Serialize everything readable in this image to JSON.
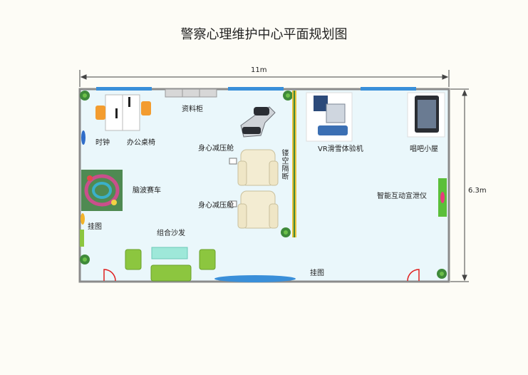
{
  "title": "警察心理维护中心平面规划图",
  "dimensions": {
    "width": "11m",
    "height": "6.3m"
  },
  "labels": {
    "clock": "时钟",
    "office_desk": "办公桌椅",
    "file_cabinet": "资料柜",
    "brainwave_racing": "脑波赛车",
    "hanging_picture_left": "挂图",
    "combination_sofa": "组合沙发",
    "decompression_cabin_1": "身心减压舱",
    "decompression_cabin_2": "身心减压舱",
    "hollow_partition": "镂空隔断",
    "vr_ski": "VR滑雪体验机",
    "karaoke_booth": "唱吧小屋",
    "interactive_vent": "智能互动宣泄仪",
    "hanging_picture_bottom": "挂图"
  },
  "colors": {
    "floor": "#eaf7fb",
    "wall": "#8b8b8b",
    "window": "#3a8fd9",
    "plant": "#3f8a3a",
    "partition": "#e9c23a",
    "sofa": "#8cc63f",
    "door": "#e02020"
  }
}
